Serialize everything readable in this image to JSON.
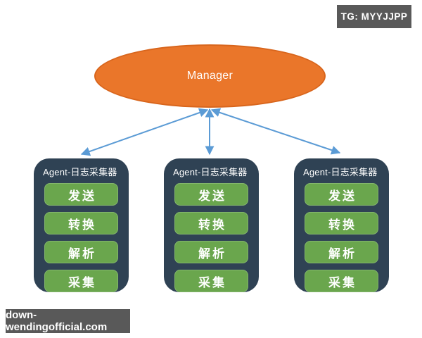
{
  "badge": {
    "label": "TG: MYYJJPP",
    "bg_color": "#595959",
    "text_color": "#FFFFFF"
  },
  "watermark": {
    "label": "down-wendingofficial.com",
    "bg_color": "#595959",
    "text_color": "#FFFFFF"
  },
  "diagram": {
    "manager": {
      "label": "Manager",
      "shape": "ellipse",
      "fill_color": "#EA762A",
      "text_color": "#FFFFFF"
    },
    "connector_color": "#5B9BD5",
    "connector_style": "double-headed-arrow",
    "agents": [
      {
        "title": "Agent-日志采集器",
        "fill_color": "#2F4254",
        "step_color": "#6AA64D",
        "steps": [
          "发送",
          "转换",
          "解析",
          "采集"
        ]
      },
      {
        "title": "Agent-日志采集器",
        "fill_color": "#2F4254",
        "step_color": "#6AA64D",
        "steps": [
          "发送",
          "转换",
          "解析",
          "采集"
        ]
      },
      {
        "title": "Agent-日志采集器",
        "fill_color": "#2F4254",
        "step_color": "#6AA64D",
        "steps": [
          "发送",
          "转换",
          "解析",
          "采集"
        ]
      }
    ]
  }
}
